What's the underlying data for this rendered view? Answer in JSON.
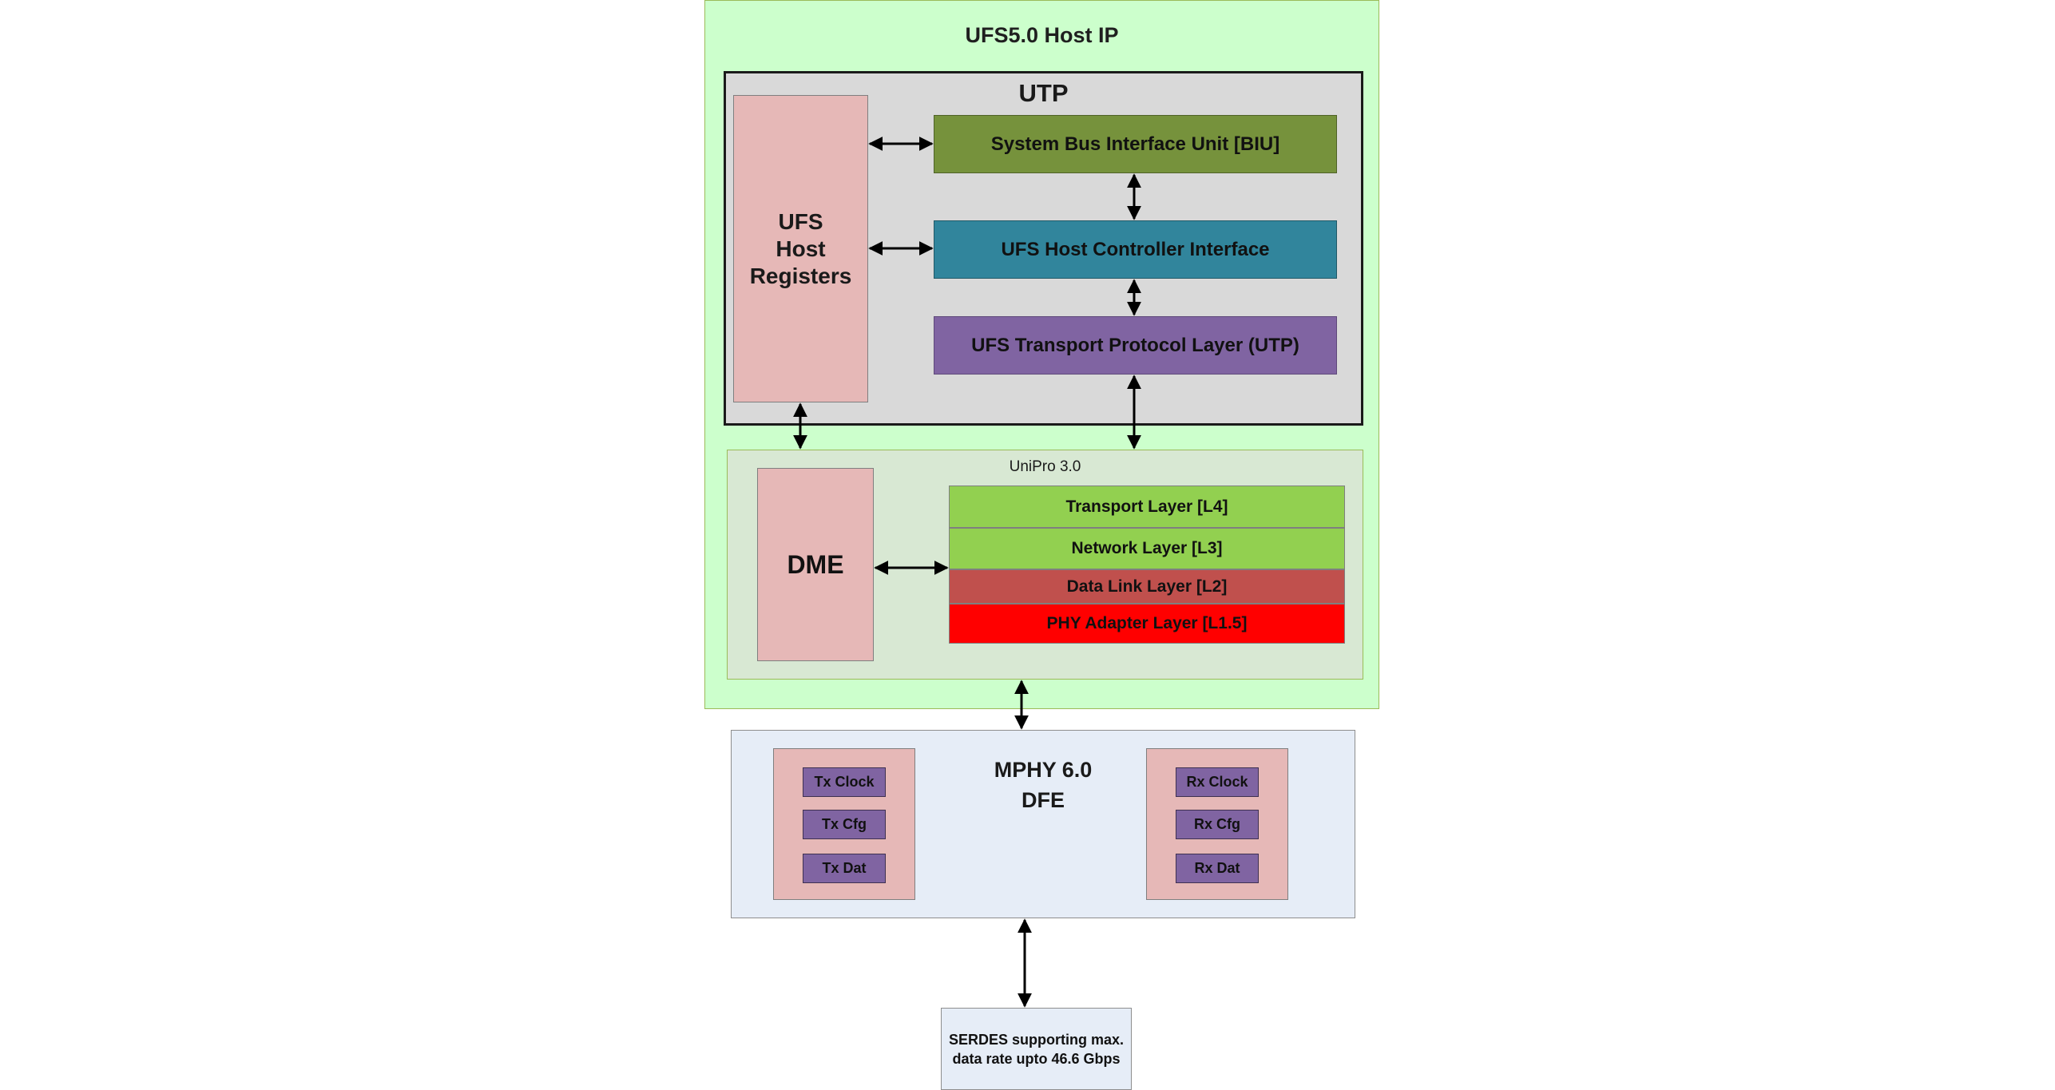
{
  "host_ip": {
    "title": "UFS5.0 Host IP",
    "bg": "#ccffcc"
  },
  "utp": {
    "title": "UTP",
    "bg": "#d9d9d9",
    "registers": "UFS\nHost\nRegisters",
    "biu": "System Bus Interface Unit [BIU]",
    "hci": "UFS Host Controller Interface",
    "utp_layer": "UFS Transport Protocol Layer (UTP)",
    "colors": {
      "registers": "#e6b8b7",
      "biu": "#76923c",
      "hci": "#31859c",
      "utp_layer": "#8064a2"
    }
  },
  "unipro": {
    "title": "UniPro 3.0",
    "bg": "#d8e8d3",
    "dme": "DME",
    "layers": [
      {
        "label": "Transport Layer [L4]",
        "color": "#92d050"
      },
      {
        "label": "Network Layer [L3]",
        "color": "#92d050"
      },
      {
        "label": "Data Link Layer [L2]",
        "color": "#c0504d"
      },
      {
        "label": "PHY Adapter Layer [L1.5]",
        "color": "#ff0000"
      }
    ]
  },
  "mphy": {
    "title_line1": "MPHY 6.0",
    "title_line2": "DFE",
    "bg": "#e6edf7",
    "tx": [
      "Tx Clock",
      "Tx Cfg",
      "Tx Dat"
    ],
    "rx": [
      "Rx Clock",
      "Rx Cfg",
      "Rx Dat"
    ],
    "group_color": "#e6b8b7",
    "item_color": "#8064a2"
  },
  "serdes": {
    "line1": "SERDES supporting max.",
    "line2": "data rate upto 46.6 Gbps",
    "bg": "#e6edf7"
  }
}
